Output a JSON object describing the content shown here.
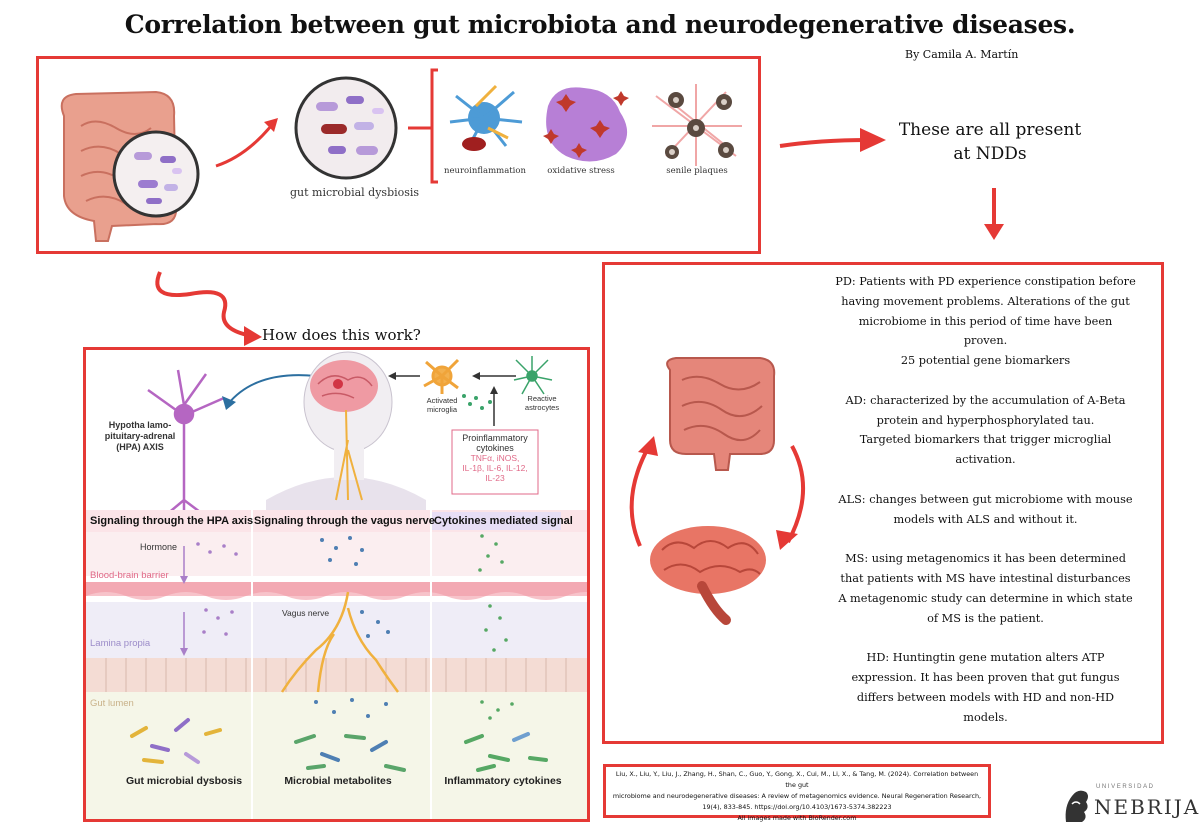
{
  "title": "Correlation between gut microbiota and neurodegenerative diseases.",
  "author": "By Camila A. Martín",
  "top_panel": {
    "dysbiosis_label": "gut microbial dysbiosis",
    "effects": [
      "neuroinflammation",
      "oxidative stress",
      "senile plaques"
    ]
  },
  "present_text": [
    "These are all present",
    "at NDDs"
  ],
  "how_text": "How does this work?",
  "mechanism": {
    "hpa_label": [
      "Hypotha lamo-",
      "pituitary-adrenal",
      "(HPA) AXIS"
    ],
    "activated_microglia": [
      "Activated",
      "microglia"
    ],
    "reactive_astrocytes": [
      "Reactive",
      "astrocytes"
    ],
    "cytokines_box": {
      "title": [
        "Proinflammatory",
        "cytokines"
      ],
      "items": [
        "TNFα, iNOS,",
        "IL-1β, IL-6, IL-12,",
        "IL-23"
      ]
    },
    "bands": [
      "Signaling through the HPA axis",
      "Signaling through the vagus nerve",
      "Cytokines mediated signal"
    ],
    "hormone_label": "Hormone",
    "bbb_label": "Blood-brain barrier",
    "vagus_label": "Vagus nerve",
    "lamina_label": "Lamina propia",
    "gut_lumen_label": "Gut lumen",
    "bottom_labels": [
      "Gut microbial dysbosis",
      "Microbial metabolites",
      "Inflammatory cytokines"
    ]
  },
  "diseases": [
    {
      "lines": [
        "PD: Patients with PD experience constipation before",
        "having movement problems. Alterations of the gut",
        "microbiome in this period of time have been",
        "proven.",
        "25 potential gene biomarkers"
      ]
    },
    {
      "lines": [
        "AD: characterized by the accumulation of A-Beta",
        "protein and hyperphosphorylated tau.",
        "Targeted biomarkers that trigger microglial",
        "activation."
      ]
    },
    {
      "lines": [
        "ALS: changes between gut microbiome with mouse",
        "models with ALS and without it."
      ]
    },
    {
      "lines": [
        "MS: using metagenomics it has been determined",
        "that patients with MS have intestinal disturbances",
        "A metagenomic study can determine in which state",
        "of MS is the patient."
      ]
    },
    {
      "lines": [
        "HD: Huntingtin gene mutation alters ATP",
        "expression. It has been proven that gut fungus",
        "differs between models with HD and non-HD",
        "models."
      ]
    }
  ],
  "citation": [
    "Liu, X., Liu, Y., Liu, J., Zhang, H., Shan, C., Guo, Y., Gong, X., Cui, M., Li, X., & Tang, M. (2024). Correlation between the gut",
    "microbiome and neurodegenerative diseases: A review of metagenomics evidence. Neural Regeneration Research,",
    "19(4), 833-845. https://doi.org/10.4103/1673-5374.382223",
    "All images made with BioRender.com"
  ],
  "logo": {
    "university": "UNIVERSIDAD",
    "name": "NEBRIJA"
  },
  "colors": {
    "accent_red": "#e53935",
    "band_pink": "#fbe4e8",
    "band_purple": "#e7def5"
  }
}
